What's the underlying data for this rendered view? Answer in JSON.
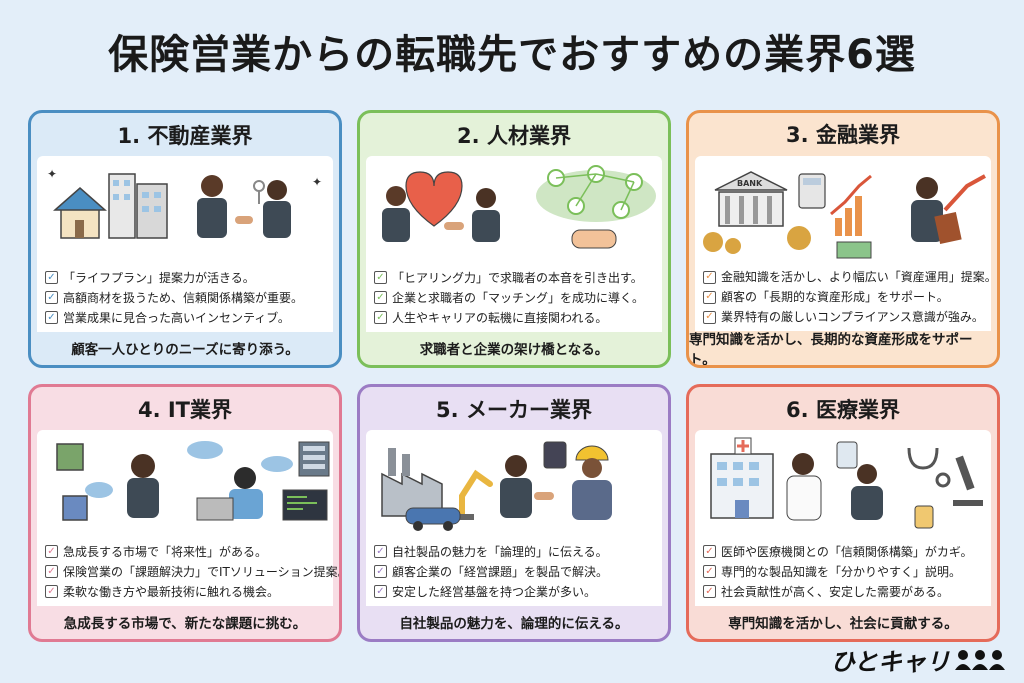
{
  "title": "保険営業からの転職先でおすすめの業界6選",
  "cards": [
    {
      "heading": "1. 不動産業界",
      "color": "#4a8ec2",
      "bg": "#dbeaf7",
      "icon": "house-building-handshake-icon",
      "points": [
        "「ライフプラン」提案力が活きる。",
        "高額商材を扱うため、信頼関係構築が重要。",
        "営業成果に見合った高いインセンティブ。"
      ],
      "summary": "顧客一人ひとりのニーズに寄り添う。"
    },
    {
      "heading": "2. 人材業界",
      "color": "#7bbf5a",
      "bg": "#e4f2d9",
      "icon": "puzzle-heart-network-icon",
      "points": [
        "「ヒアリング力」で求職者の本音を引き出す。",
        "企業と求職者の「マッチング」を成功に導く。",
        "人生やキャリアの転機に直接関われる。"
      ],
      "summary": "求職者と企業の架け橋となる。"
    },
    {
      "heading": "3. 金融業界",
      "color": "#e9924a",
      "bg": "#fbe4cf",
      "icon": "bank-money-chart-icon",
      "points": [
        "金融知識を活かし、より幅広い「資産運用」提案。",
        "顧客の「長期的な資産形成」をサポート。",
        "業界特有の厳しいコンプライアンス意識が強み。"
      ],
      "summary": "専門知識を活かし、長期的な資産形成をサポート。"
    },
    {
      "heading": "4. IT業界",
      "color": "#e07a93",
      "bg": "#f8dde4",
      "icon": "chip-cloud-laptop-icon",
      "points": [
        "急成長する市場で「将来性」がある。",
        "保険営業の「課題解決力」でITソリューション提案。",
        "柔軟な働き方や最新技術に触れる機会。"
      ],
      "summary": "急成長する市場で、新たな課題に挑む。"
    },
    {
      "heading": "5. メーカー業界",
      "color": "#9b7cc4",
      "bg": "#e8dff3",
      "icon": "factory-robot-car-icon",
      "points": [
        "自社製品の魅力を「論理的」に伝える。",
        "顧客企業の「経営課題」を製品で解決。",
        "安定した経営基盤を持つ企業が多い。"
      ],
      "summary": "自社製品の魅力を、論理的に伝える。"
    },
    {
      "heading": "6. 医療業界",
      "color": "#e56b5a",
      "bg": "#f9dcd6",
      "icon": "hospital-doctor-stethoscope-icon",
      "points": [
        "医師や医療機関との「信頼関係構築」がカギ。",
        "専門的な製品知識を「分かりやすく」説明。",
        "社会貢献性が高く、安定した需要がある。"
      ],
      "summary": "専門知識を活かし、社会に貢献する。"
    }
  ],
  "logo": "ひとキャリ"
}
